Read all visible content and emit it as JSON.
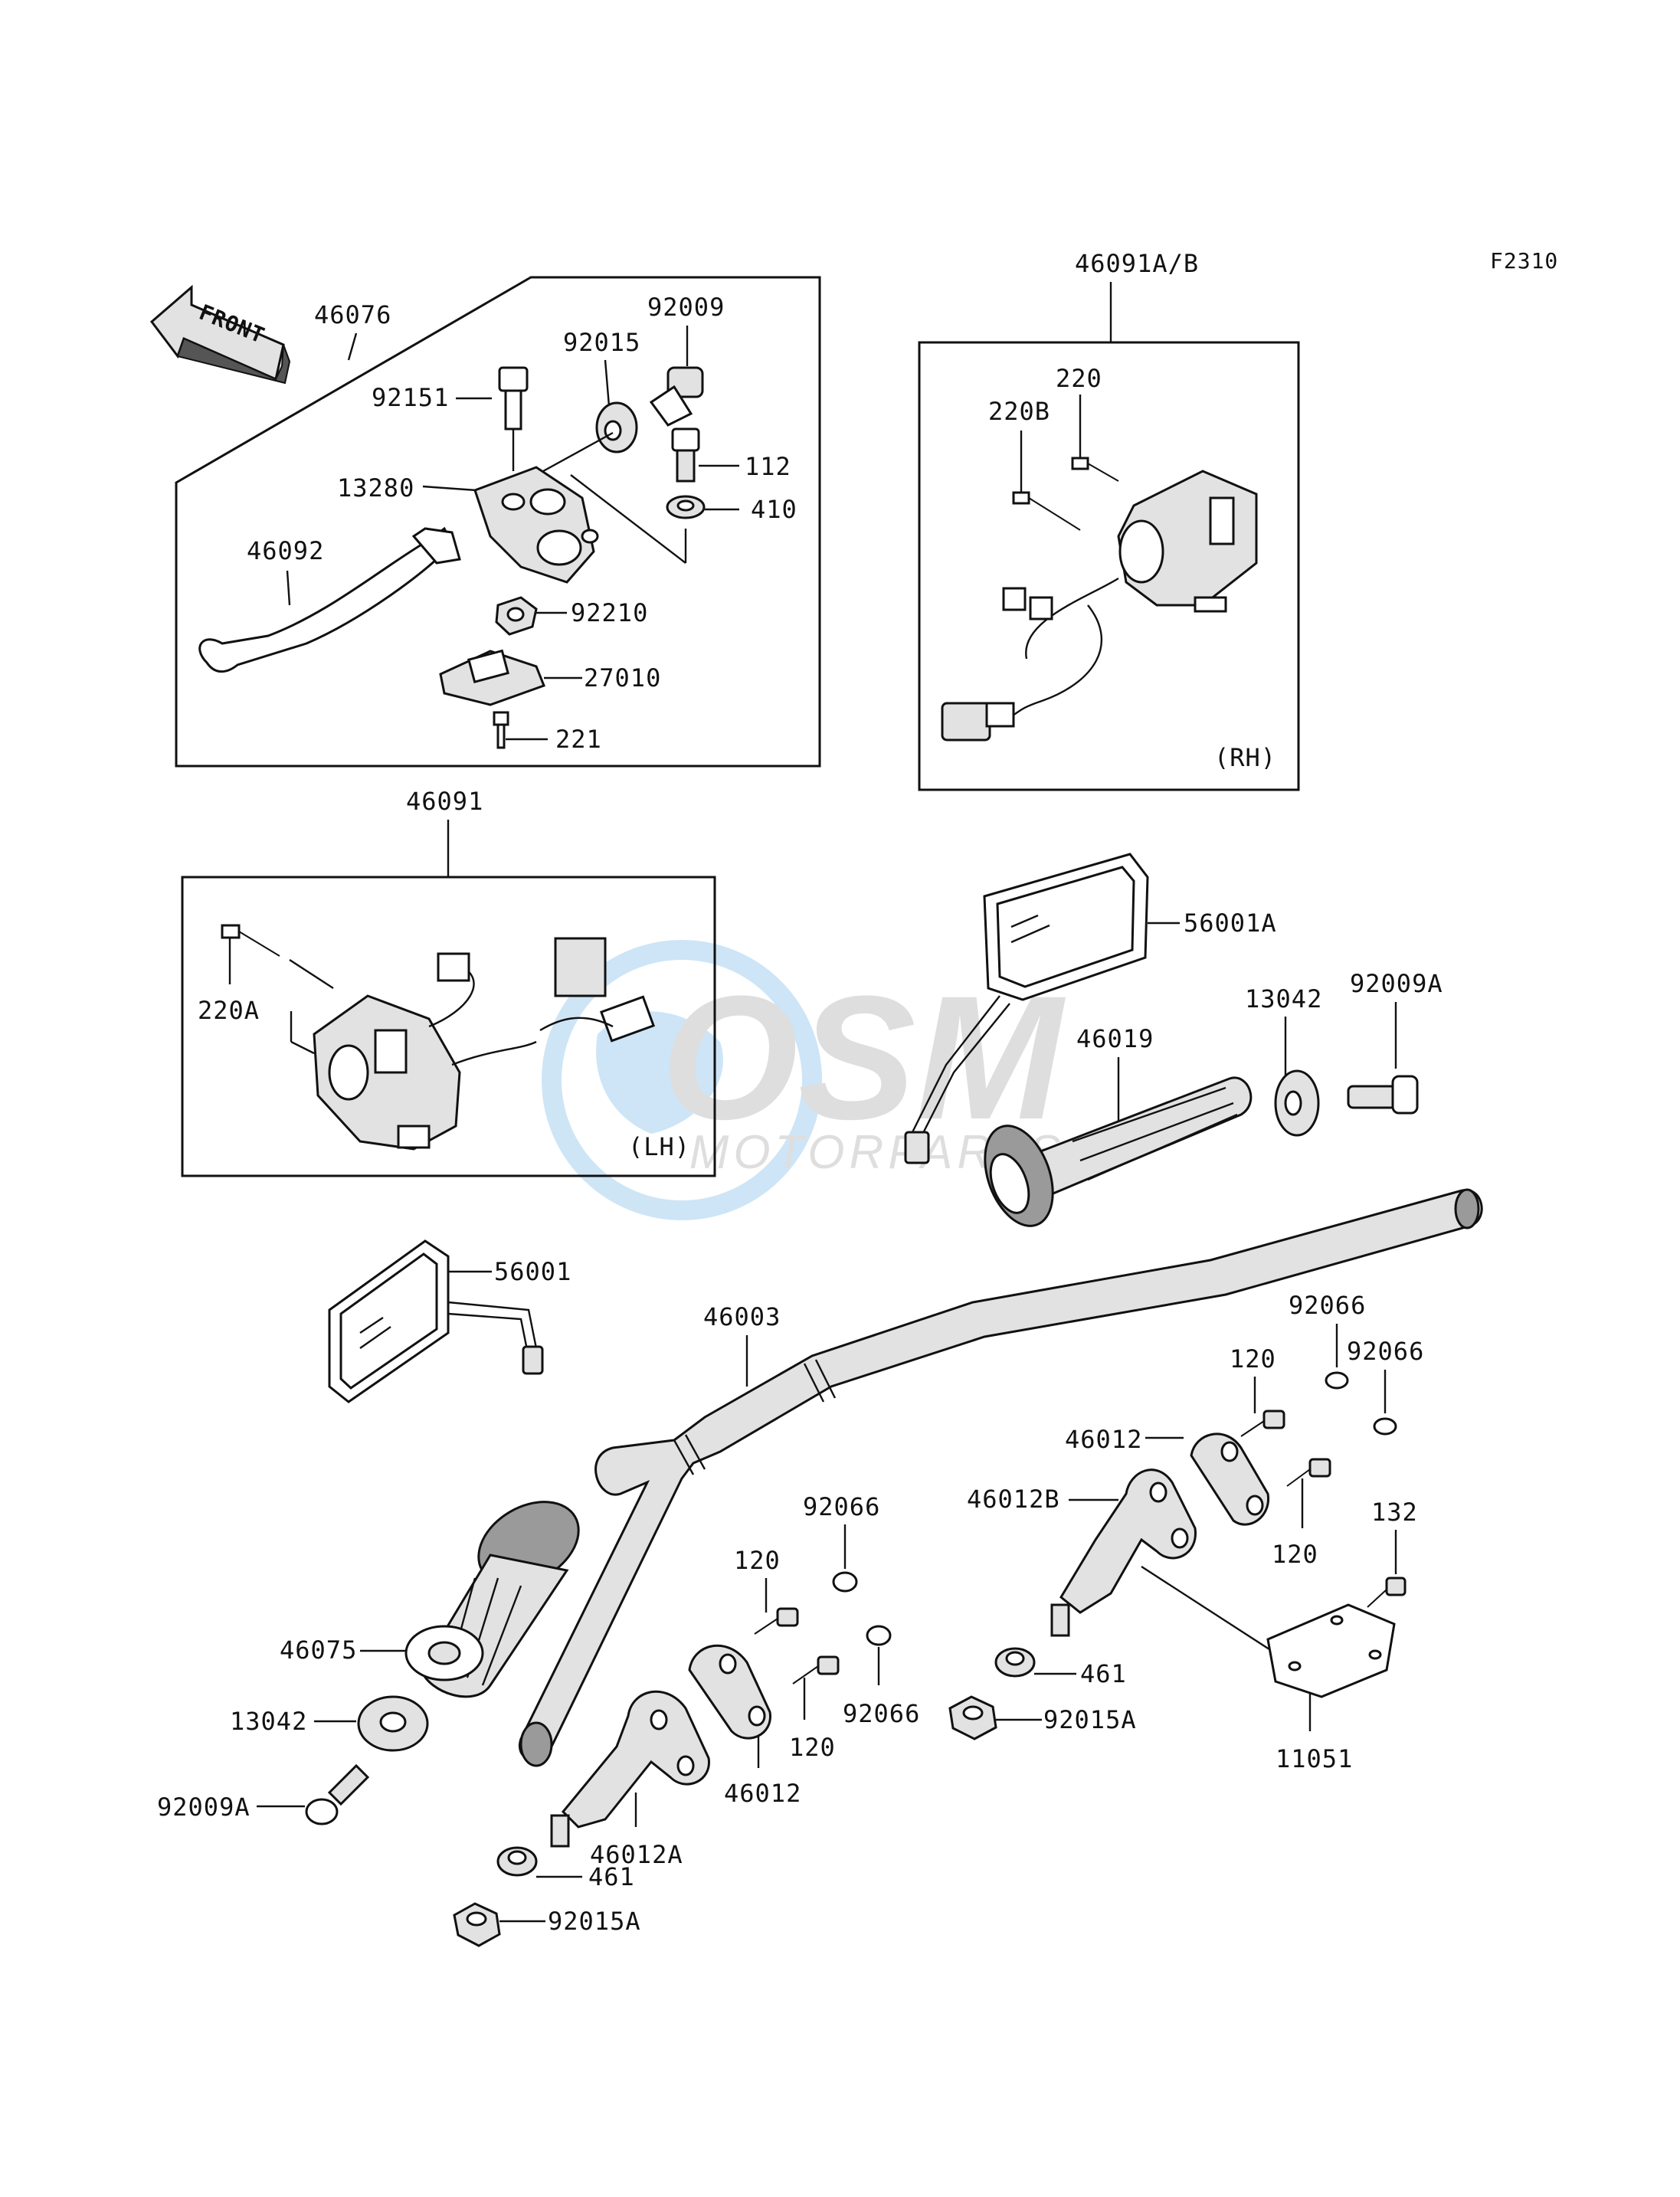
{
  "figure_code": "F2310",
  "watermark": {
    "brand_top": "OSM",
    "brand_bottom": "MOTORPARTS",
    "color_blue": "#4ea3e0",
    "color_gray": "#b9b9b9"
  },
  "front_arrow_text": "FRONT",
  "boxes": {
    "rh_note": "(RH)",
    "lh_note": "(LH)"
  },
  "labels": {
    "p46076": "46076",
    "p92009": "92009",
    "p92015": "92015",
    "p92151": "92151",
    "p112": "112",
    "p13280": "13280",
    "p410": "410",
    "p46092": "46092",
    "p92210": "92210",
    "p27010": "27010",
    "p221": "221",
    "p46091ab": "46091A/B",
    "p220": "220",
    "p220b": "220B",
    "p46091": "46091",
    "p220a": "220A",
    "p56001a": "56001A",
    "p13042_r": "13042",
    "p92009a_r": "92009A",
    "p46019": "46019",
    "p56001": "56001",
    "p46003": "46003",
    "p92066_a": "92066",
    "p92066_b": "92066",
    "p120_a": "120",
    "p46012_r": "46012",
    "p46012b": "46012B",
    "p120_b": "120",
    "p132": "132",
    "p461_r": "461",
    "p92015a_r": "92015A",
    "p11051": "11051",
    "p92066_c": "92066",
    "p120_c": "120",
    "p92066_d": "92066",
    "p120_d": "120",
    "p46012_l": "46012",
    "p46075": "46075",
    "p13042_l": "13042",
    "p92009a_l": "92009A",
    "p46012a": "46012A",
    "p461_l": "461",
    "p92015a_l": "92015A"
  }
}
